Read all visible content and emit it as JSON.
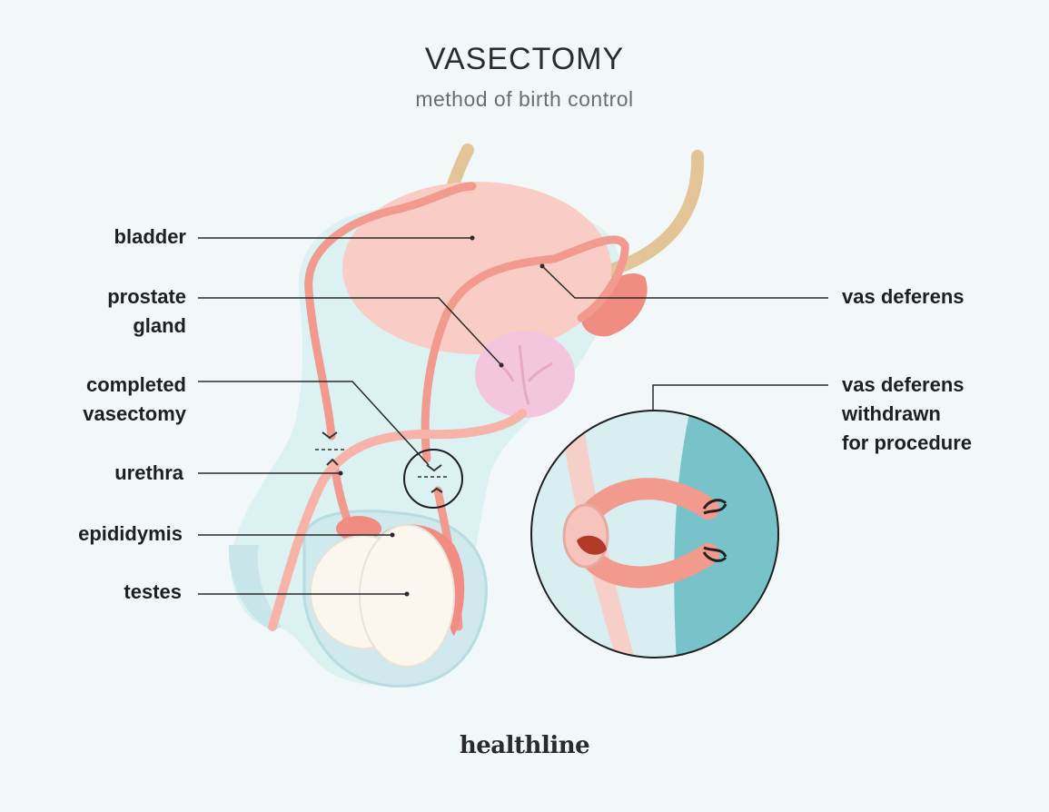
{
  "title": "VASECTOMY",
  "subtitle": "method of birth control",
  "labels": {
    "bladder": "bladder",
    "prostate_gland": "prostate\ngland",
    "completed_vasectomy": "completed\nvasectomy",
    "urethra": "urethra",
    "epididymis": "epididymis",
    "testes": "testes",
    "vas_deferens": "vas deferens",
    "vas_deferens_withdrawn": "vas deferens\nwithdrawn\nfor procedure"
  },
  "brand": "healthline",
  "colors": {
    "background": "#f2f8fa",
    "body_tissue": "#d6eef0",
    "bladder": "#f9cdc6",
    "vas": "#f29a8e",
    "prostate": "#f3c6dd",
    "testes": "#fbf6ee",
    "ureter": "#e2c496",
    "inset_teal": "#78c3c9"
  }
}
